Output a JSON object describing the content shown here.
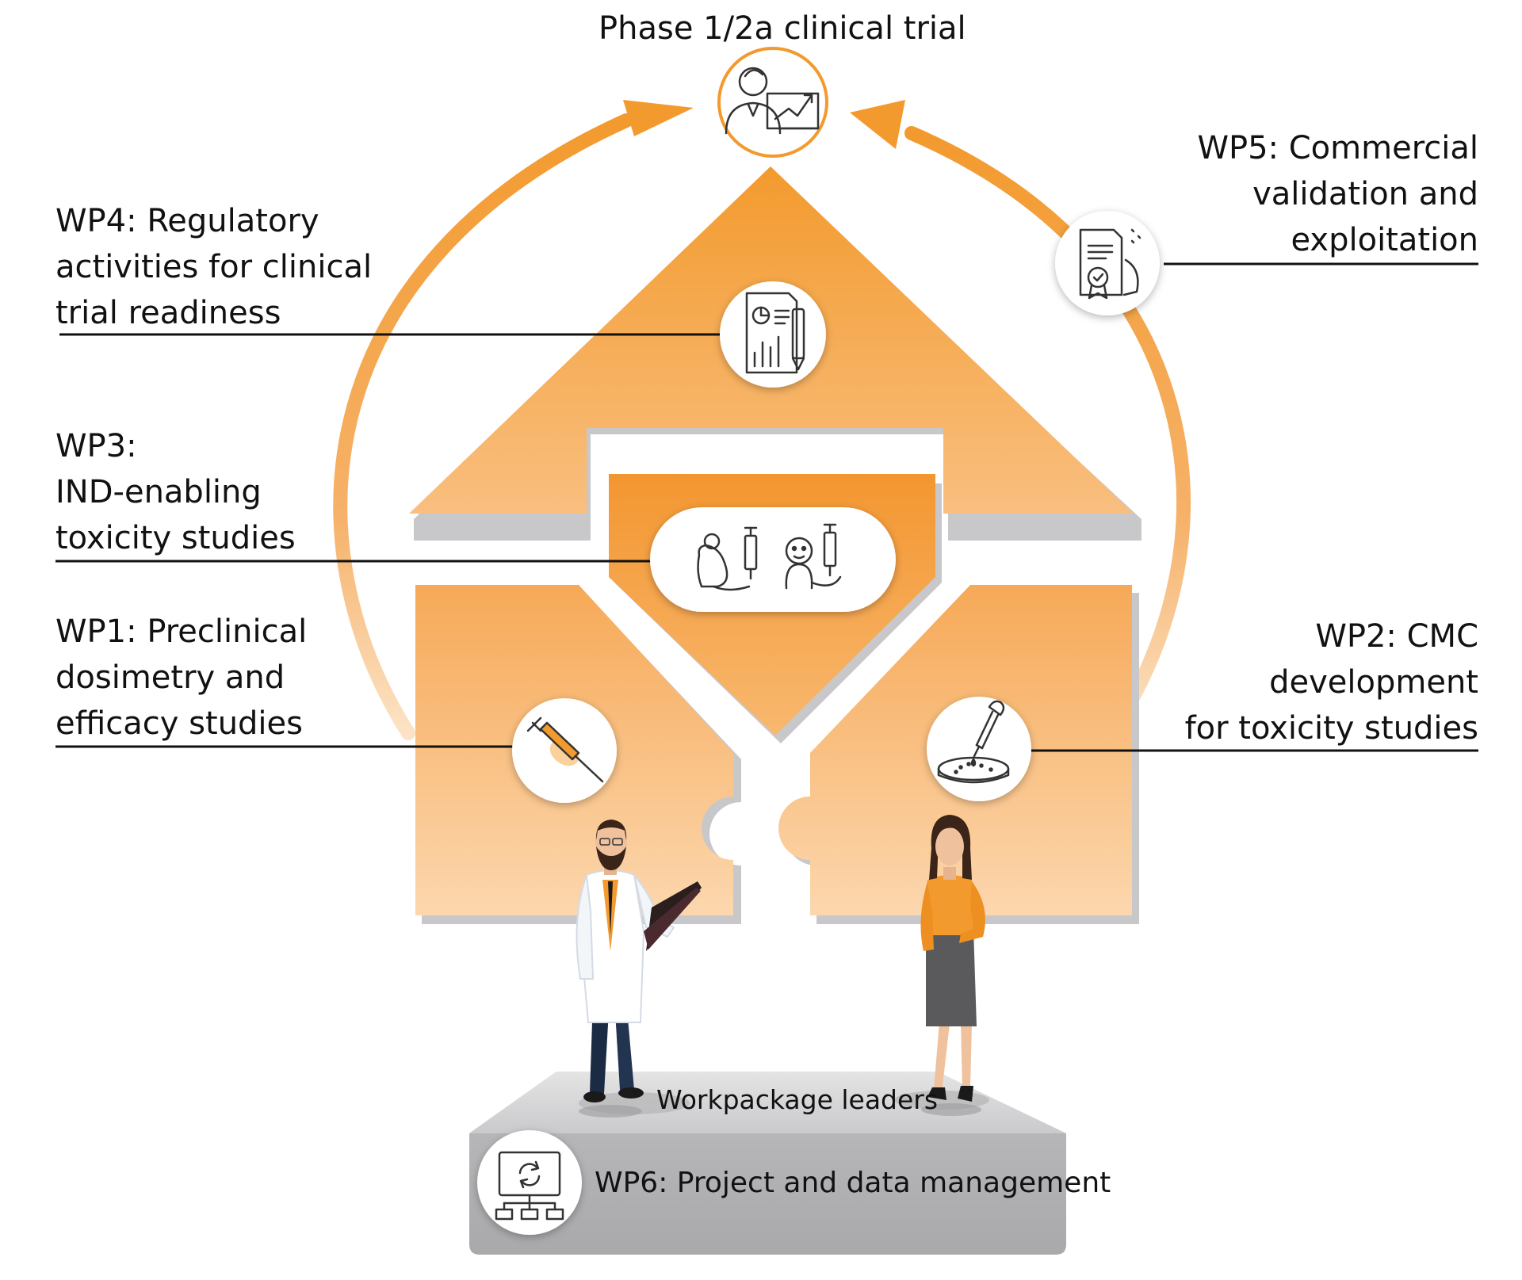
{
  "top_label": "Phase 1/2a clinical trial",
  "wp4": [
    "WP4: Regulatory",
    "activities for clinical",
    "trial readiness"
  ],
  "wp3": [
    "WP3:",
    "IND-enabling",
    "toxicity studies"
  ],
  "wp1": [
    "WP1: Preclinical",
    "dosimetry and",
    "efficacy studies"
  ],
  "wp5": [
    "WP5: Commercial",
    "validation and",
    "exploitation"
  ],
  "wp2": [
    "WP2: CMC",
    "development",
    "for toxicity studies"
  ],
  "base_label": "Workpackage leaders",
  "wp6": "WP6: Project and data management",
  "colors": {
    "orange": "#f39a2e",
    "light_orange": "#fbd3a6",
    "grey": "#b9b9bb",
    "line": "#111111"
  },
  "icons": [
    "presenter-chart-icon",
    "report-chart-icon",
    "certificate-hand-icon",
    "mouse-monkey-syringe-icon",
    "syringe-icon",
    "dropper-petri-dish-icon",
    "network-monitor-icon"
  ]
}
